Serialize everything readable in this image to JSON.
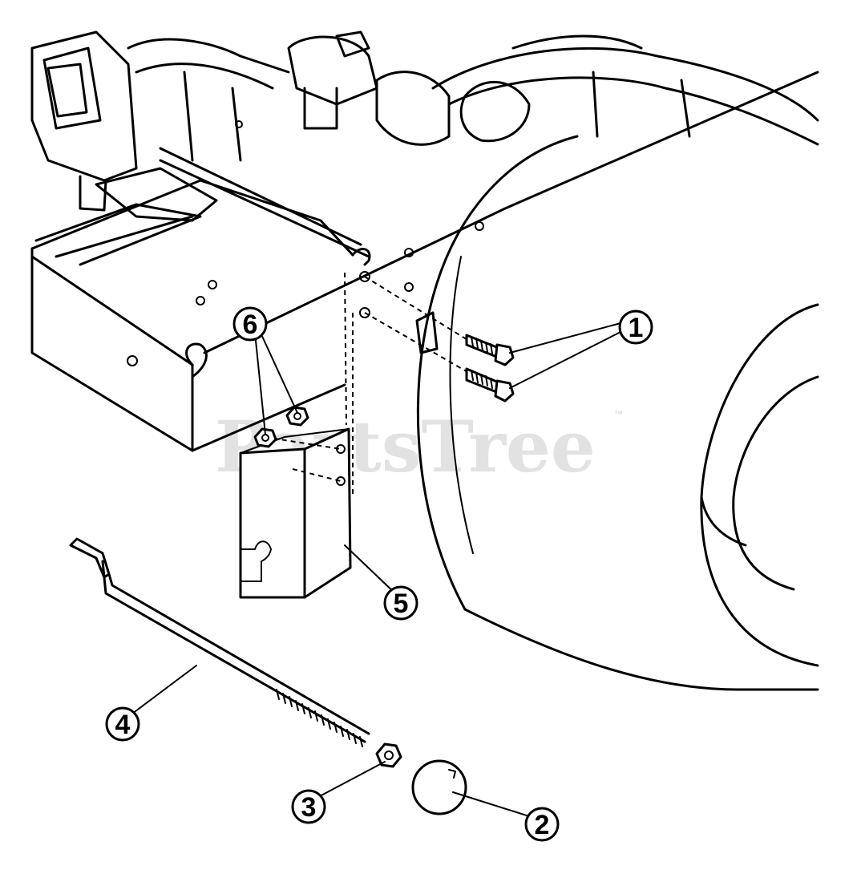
{
  "watermark": {
    "text": "PartsTree",
    "trademark": "™"
  },
  "callouts": [
    {
      "id": "1",
      "label": "1"
    },
    {
      "id": "2",
      "label": "2"
    },
    {
      "id": "3",
      "label": "3"
    },
    {
      "id": "4",
      "label": "4"
    },
    {
      "id": "5",
      "label": "5"
    },
    {
      "id": "6",
      "label": "6"
    }
  ]
}
